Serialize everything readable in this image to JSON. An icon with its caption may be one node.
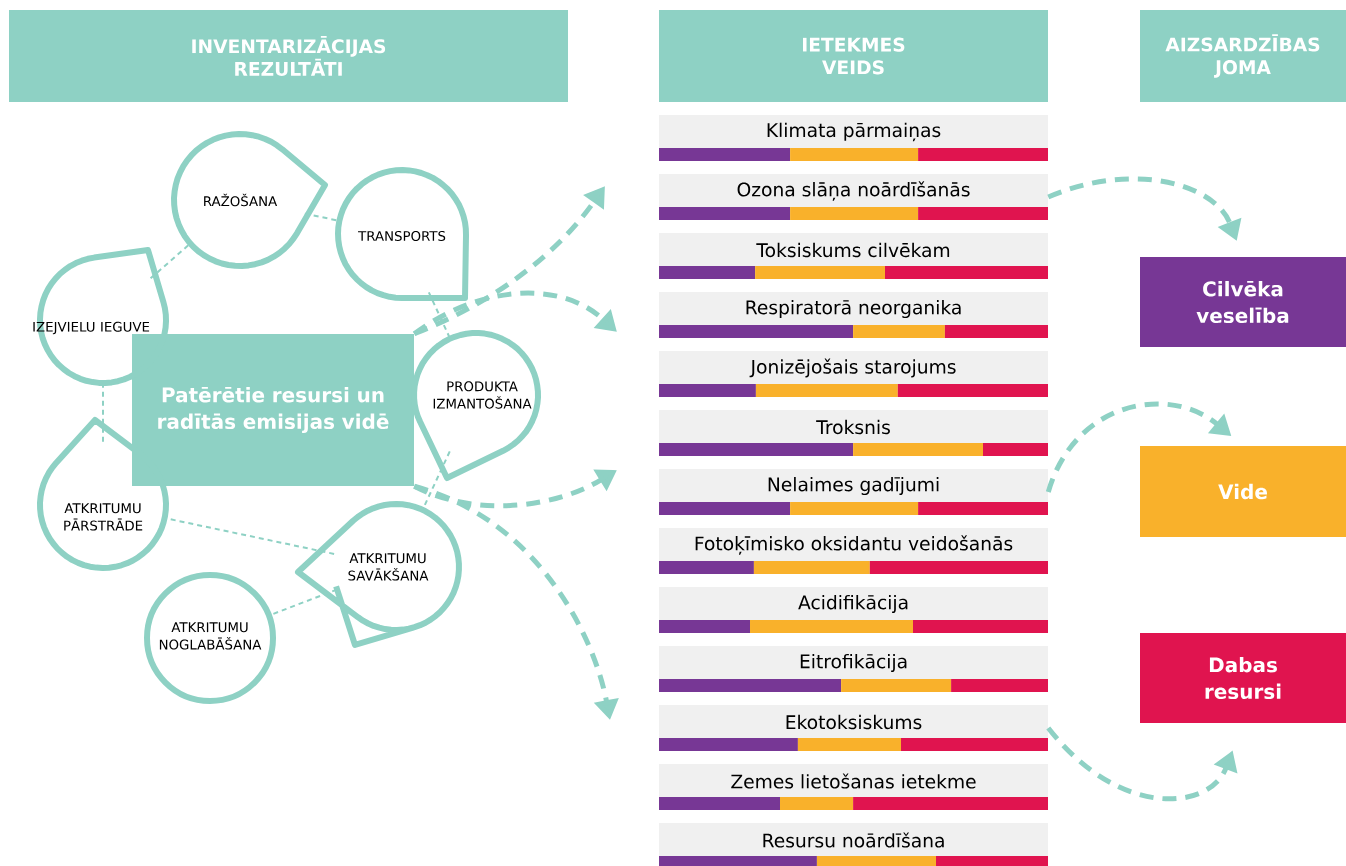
{
  "diagram": {
    "nodes": [
      {
        "text": [
          "INVENTARIZĀCIJAS REZULTĀTI"
        ]
      },
      {
        "text": [
          "IETEKMES VEIDS"
        ]
      },
      {
        "text": [
          "AIZSARDZĪBAS JOMA"
        ]
      },
      {
        "text": [
          "RAŽOŠANA"
        ]
      },
      {
        "text": [
          "TRANSPORTS"
        ]
      },
      {
        "text": [
          "IZEJVIELU IEGUVE"
        ]
      },
      {
        "text": [
          "Patērētie resursi un radītās emisijas vidē"
        ]
      },
      {
        "text": [
          "PRODUKTA IZMANTOŠANA"
        ]
      },
      {
        "text": [
          "ATKRITUMU PĀRSTRĀDE"
        ]
      },
      {
        "text": [
          "ATKRITUMU SAVĀKŠANA"
        ]
      },
      {
        "text": [
          "ATKRITUMU NOGLABĀŠANA"
        ]
      },
      {
        "text": [
          "Klimata pārmaiņas"
        ]
      },
      {
        "text": [
          "Ozona slāņa noārdīšanās"
        ]
      },
      {
        "text": [
          "Toksiskums cilvēkam"
        ]
      },
      {
        "text": [
          "Respiratorā neorganika"
        ]
      },
      {
        "text": [
          "Jonizējošais starojums"
        ]
      },
      {
        "text": [
          "Troksnis"
        ]
      },
      {
        "text": [
          "Nelaimes gadījumi"
        ]
      },
      {
        "text": [
          "Fotoķīmisko oksidantu veidošanās"
        ]
      },
      {
        "text": [
          "Acidifikācija"
        ]
      },
      {
        "text": [
          "Eitrofikācija"
        ]
      },
      {
        "text": [
          "Ekotoksiskums"
        ]
      },
      {
        "text": [
          "Zemes lietošanas ietekme"
        ]
      },
      {
        "text": [
          "Resursu noārdīšana"
        ]
      },
      {
        "text": [
          "Cilvēka veselība"
        ]
      },
      {
        "text": [
          "Vide"
        ]
      },
      {
        "text": [
          "Dabas resursi"
        ]
      }
    ],
    "edges": [
      {
        "from": 5,
        "to": 3,
        "arrow": "none",
        "style": "dashed"
      },
      {
        "from": 3,
        "to": 4,
        "arrow": "none",
        "style": "dashed"
      },
      {
        "from": 4,
        "to": 7,
        "arrow": "none",
        "style": "dashed"
      },
      {
        "from": 7,
        "to": 9,
        "arrow": "none",
        "style": "dashed"
      },
      {
        "from": 9,
        "to": 10,
        "arrow": "none",
        "style": "dashed"
      },
      {
        "from": 9,
        "to": 8,
        "arrow": "none",
        "style": "dashed"
      },
      {
        "from": 8,
        "to": 5,
        "arrow": "none",
        "style": "dashed"
      },
      {
        "from": 6,
        "to": null,
        "arrow": "to",
        "style": "dashed"
      },
      {
        "from": 6,
        "to": null,
        "arrow": "to",
        "style": "dashed"
      },
      {
        "from": 6,
        "to": null,
        "arrow": "to",
        "style": "dashed"
      },
      {
        "from": 6,
        "to": null,
        "arrow": "to",
        "style": "dashed"
      },
      {
        "from": 12,
        "to": 24,
        "arrow": "to",
        "style": "dashed"
      },
      {
        "from": 17,
        "to": 25,
        "arrow": "to",
        "style": "dashed"
      },
      {
        "from": 21,
        "to": 26,
        "arrow": "to",
        "style": "dashed"
      }
    ]
  }
}
